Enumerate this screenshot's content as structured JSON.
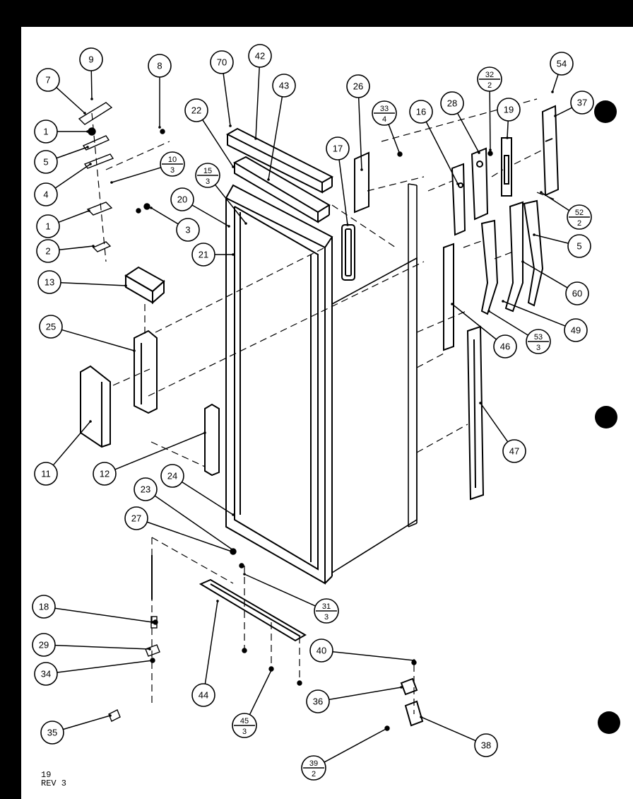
{
  "diagram": {
    "callouts": [
      {
        "id": "c-9",
        "label": "9"
      },
      {
        "id": "c-8",
        "label": "8"
      },
      {
        "id": "c-7",
        "label": "7"
      },
      {
        "id": "c-1a",
        "label": "1"
      },
      {
        "id": "c-5a",
        "label": "5"
      },
      {
        "id": "c-4",
        "label": "4"
      },
      {
        "id": "c-1b",
        "label": "1"
      },
      {
        "id": "c-2",
        "label": "2"
      },
      {
        "id": "c-3",
        "label": "3"
      },
      {
        "id": "c-13",
        "label": "13"
      },
      {
        "id": "c-25",
        "label": "25"
      },
      {
        "id": "c-11",
        "label": "11"
      },
      {
        "id": "c-12",
        "label": "12"
      },
      {
        "id": "c-20",
        "label": "20"
      },
      {
        "id": "c-21",
        "label": "21"
      },
      {
        "id": "c-22",
        "label": "22"
      },
      {
        "id": "c-70",
        "label": "70"
      },
      {
        "id": "c-42",
        "label": "42"
      },
      {
        "id": "c-43",
        "label": "43"
      },
      {
        "id": "c-17",
        "label": "17"
      },
      {
        "id": "c-26",
        "label": "26"
      },
      {
        "id": "c-16",
        "label": "16"
      },
      {
        "id": "c-28",
        "label": "28"
      },
      {
        "id": "c-19",
        "label": "19"
      },
      {
        "id": "c-54",
        "label": "54"
      },
      {
        "id": "c-37",
        "label": "37"
      },
      {
        "id": "c-5b",
        "label": "5"
      },
      {
        "id": "c-60",
        "label": "60"
      },
      {
        "id": "c-49",
        "label": "49"
      },
      {
        "id": "c-46",
        "label": "46"
      },
      {
        "id": "c-47",
        "label": "47"
      },
      {
        "id": "c-24",
        "label": "24"
      },
      {
        "id": "c-23",
        "label": "23"
      },
      {
        "id": "c-27",
        "label": "27"
      },
      {
        "id": "c-18",
        "label": "18"
      },
      {
        "id": "c-29",
        "label": "29"
      },
      {
        "id": "c-34",
        "label": "34"
      },
      {
        "id": "c-35",
        "label": "35"
      },
      {
        "id": "c-44",
        "label": "44"
      },
      {
        "id": "c-40",
        "label": "40"
      },
      {
        "id": "c-36",
        "label": "36"
      },
      {
        "id": "c-38",
        "label": "38"
      }
    ],
    "fraction_callouts": [
      {
        "id": "f-10-3",
        "top": "10",
        "bottom": "3"
      },
      {
        "id": "f-15-3",
        "top": "15",
        "bottom": "3"
      },
      {
        "id": "f-33-4",
        "top": "33",
        "bottom": "4"
      },
      {
        "id": "f-32-2",
        "top": "32",
        "bottom": "2"
      },
      {
        "id": "f-52-2",
        "top": "52",
        "bottom": "2"
      },
      {
        "id": "f-53-3",
        "top": "53",
        "bottom": "3"
      },
      {
        "id": "f-31-3",
        "top": "31",
        "bottom": "3"
      },
      {
        "id": "f-45-3",
        "top": "45",
        "bottom": "3"
      },
      {
        "id": "f-39-2",
        "top": "39",
        "bottom": "2"
      }
    ]
  },
  "footer": {
    "line1": "19",
    "line2": "REV 3"
  }
}
